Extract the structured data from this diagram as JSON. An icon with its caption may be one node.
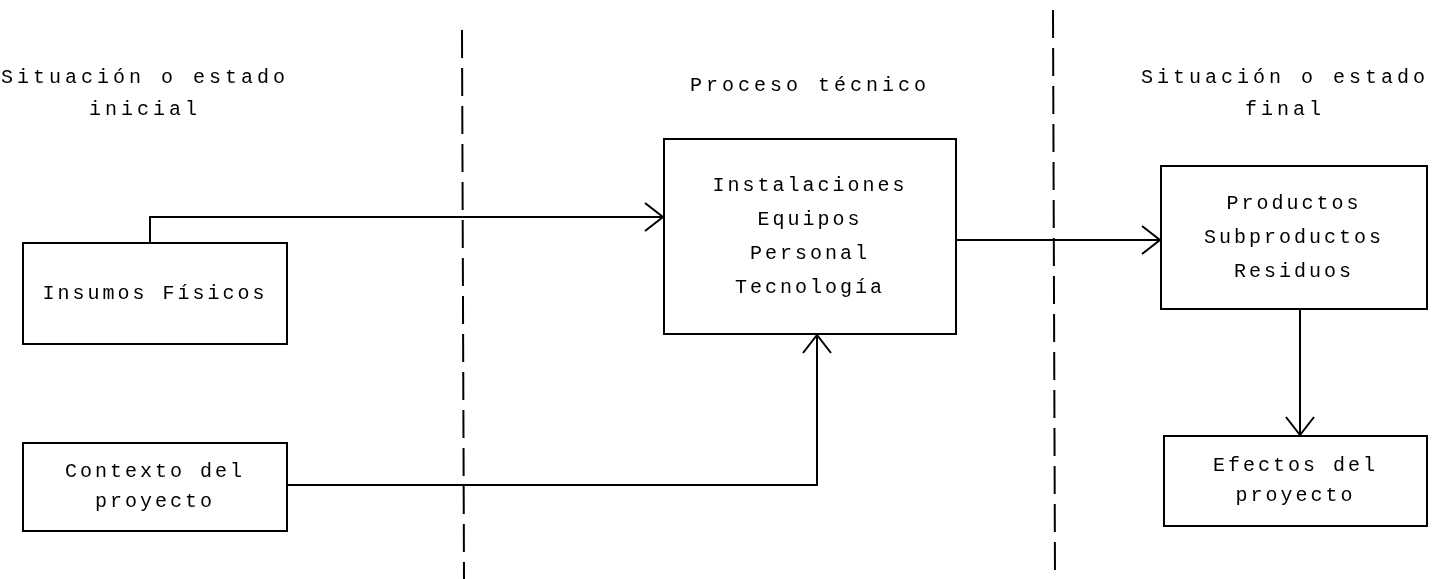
{
  "diagram": {
    "nodes": [
      {
        "text": [
          "Insumos Físicos"
        ]
      },
      {
        "text": [
          "Contexto del proyecto"
        ]
      },
      {
        "text": [
          "Instalaciones",
          "Equipos",
          "Personal",
          "Tecnología"
        ]
      },
      {
        "text": [
          "Productos",
          "Subproductos",
          "Residuos"
        ]
      },
      {
        "text": [
          "Efectos del proyecto"
        ]
      }
    ],
    "edges": [
      {
        "from": 0,
        "to": 2,
        "arrow": "to"
      },
      {
        "from": 1,
        "to": 2,
        "arrow": "to"
      },
      {
        "from": 2,
        "to": 3,
        "arrow": "to"
      },
      {
        "from": 3,
        "to": 4,
        "arrow": "to"
      }
    ],
    "labels": [
      "Situación o estado inicial",
      "Proceso técnico",
      "Situación o estado final"
    ]
  }
}
